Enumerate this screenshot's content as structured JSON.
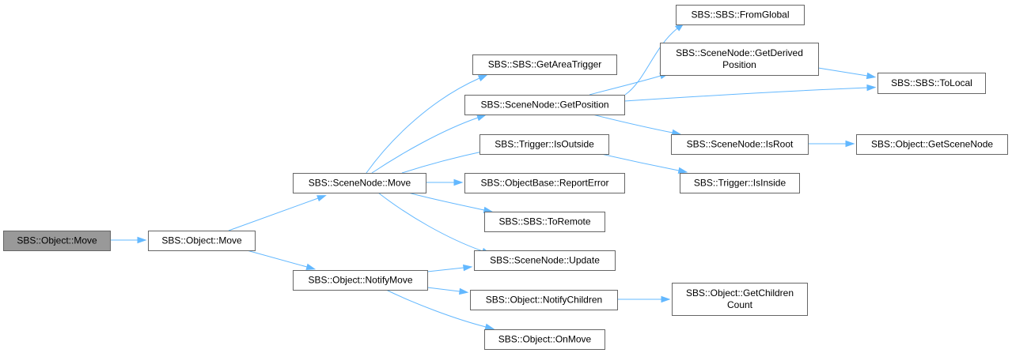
{
  "colors": {
    "edge": "#63b8ff",
    "node_border": "#666666",
    "node_fill": "#ffffff",
    "root_fill": "#999999"
  },
  "nodes": [
    {
      "id": "obj_move_root",
      "lines": [
        "SBS::Object::Move"
      ],
      "root": true
    },
    {
      "id": "obj_move",
      "lines": [
        "SBS::Object::Move"
      ]
    },
    {
      "id": "sn_move",
      "lines": [
        "SBS::SceneNode::Move"
      ]
    },
    {
      "id": "obj_notifymove",
      "lines": [
        "SBS::Object::NotifyMove"
      ]
    },
    {
      "id": "get_area_trigger",
      "lines": [
        "SBS::SBS::GetAreaTrigger"
      ]
    },
    {
      "id": "sn_getposition",
      "lines": [
        "SBS::SceneNode::GetPosition"
      ]
    },
    {
      "id": "trig_isoutside",
      "lines": [
        "SBS::Trigger::IsOutside"
      ]
    },
    {
      "id": "ob_reporterror",
      "lines": [
        "SBS::ObjectBase::ReportError"
      ]
    },
    {
      "id": "sbs_toremote",
      "lines": [
        "SBS::SBS::ToRemote"
      ]
    },
    {
      "id": "sn_update",
      "lines": [
        "SBS::SceneNode::Update"
      ]
    },
    {
      "id": "obj_notifychildren",
      "lines": [
        "SBS::Object::NotifyChildren"
      ]
    },
    {
      "id": "obj_onmove",
      "lines": [
        "SBS::Object::OnMove"
      ]
    },
    {
      "id": "sbs_fromglobal",
      "lines": [
        "SBS::SBS::FromGlobal"
      ]
    },
    {
      "id": "sn_getderived",
      "lines": [
        "SBS::SceneNode::GetDerived",
        "Position"
      ]
    },
    {
      "id": "sn_isroot",
      "lines": [
        "SBS::SceneNode::IsRoot"
      ]
    },
    {
      "id": "trig_isinside",
      "lines": [
        "SBS::Trigger::IsInside"
      ]
    },
    {
      "id": "obj_getchildren",
      "lines": [
        "SBS::Object::GetChildren",
        "Count"
      ]
    },
    {
      "id": "sbs_tolocal",
      "lines": [
        "SBS::SBS::ToLocal"
      ]
    },
    {
      "id": "obj_getscenenode",
      "lines": [
        "SBS::Object::GetSceneNode"
      ]
    }
  ],
  "edges": [
    {
      "from": "obj_move_root",
      "to": "obj_move"
    },
    {
      "from": "obj_move",
      "to": "sn_move"
    },
    {
      "from": "obj_move",
      "to": "obj_notifymove"
    },
    {
      "from": "sn_move",
      "to": "get_area_trigger"
    },
    {
      "from": "sn_move",
      "to": "sn_getposition"
    },
    {
      "from": "sn_move",
      "to": "trig_isoutside"
    },
    {
      "from": "sn_move",
      "to": "ob_reporterror"
    },
    {
      "from": "sn_move",
      "to": "sbs_toremote"
    },
    {
      "from": "sn_move",
      "to": "sn_update"
    },
    {
      "from": "obj_notifymove",
      "to": "sn_update"
    },
    {
      "from": "obj_notifymove",
      "to": "obj_notifychildren"
    },
    {
      "from": "obj_notifymove",
      "to": "obj_onmove"
    },
    {
      "from": "sn_getposition",
      "to": "sbs_fromglobal"
    },
    {
      "from": "sn_getposition",
      "to": "sn_getderived"
    },
    {
      "from": "sn_getposition",
      "to": "sbs_tolocal"
    },
    {
      "from": "sn_getposition",
      "to": "sn_isroot"
    },
    {
      "from": "sn_getderived",
      "to": "sbs_tolocal"
    },
    {
      "from": "sn_isroot",
      "to": "obj_getscenenode"
    },
    {
      "from": "trig_isoutside",
      "to": "trig_isinside"
    },
    {
      "from": "obj_notifychildren",
      "to": "obj_getchildren"
    }
  ]
}
